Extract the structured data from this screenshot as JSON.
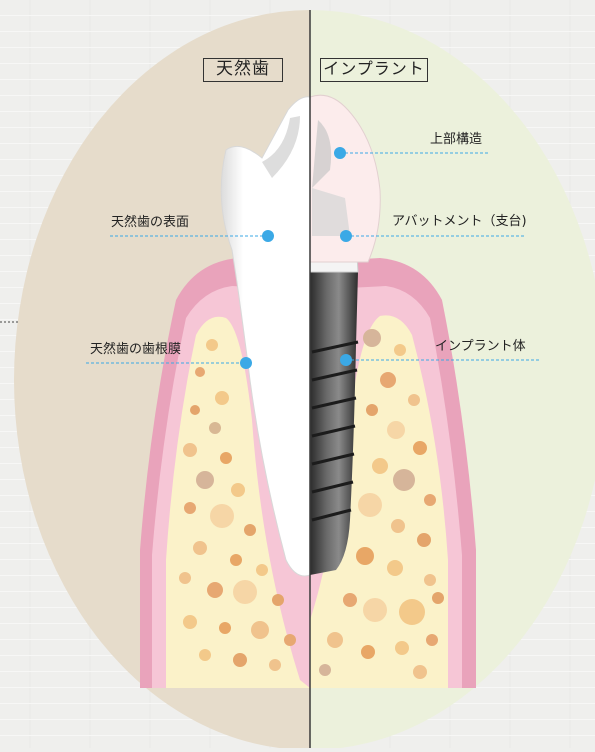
{
  "headers": {
    "natural": "天然歯",
    "implant": "インプラント"
  },
  "labels": {
    "enamel_surface": "天然歯の表面",
    "periodontal_ligament": "天然歯の歯根膜",
    "crown": "上部構造",
    "abutment": "アバットメント（支台)",
    "fixture": "インプラント体"
  },
  "colors": {
    "left_bg": "#e6dccb",
    "right_bg": "#ecf1dc",
    "gum": "#e9a3bb",
    "bone": "#fbf2c9",
    "marker": "#3ba9e6"
  }
}
